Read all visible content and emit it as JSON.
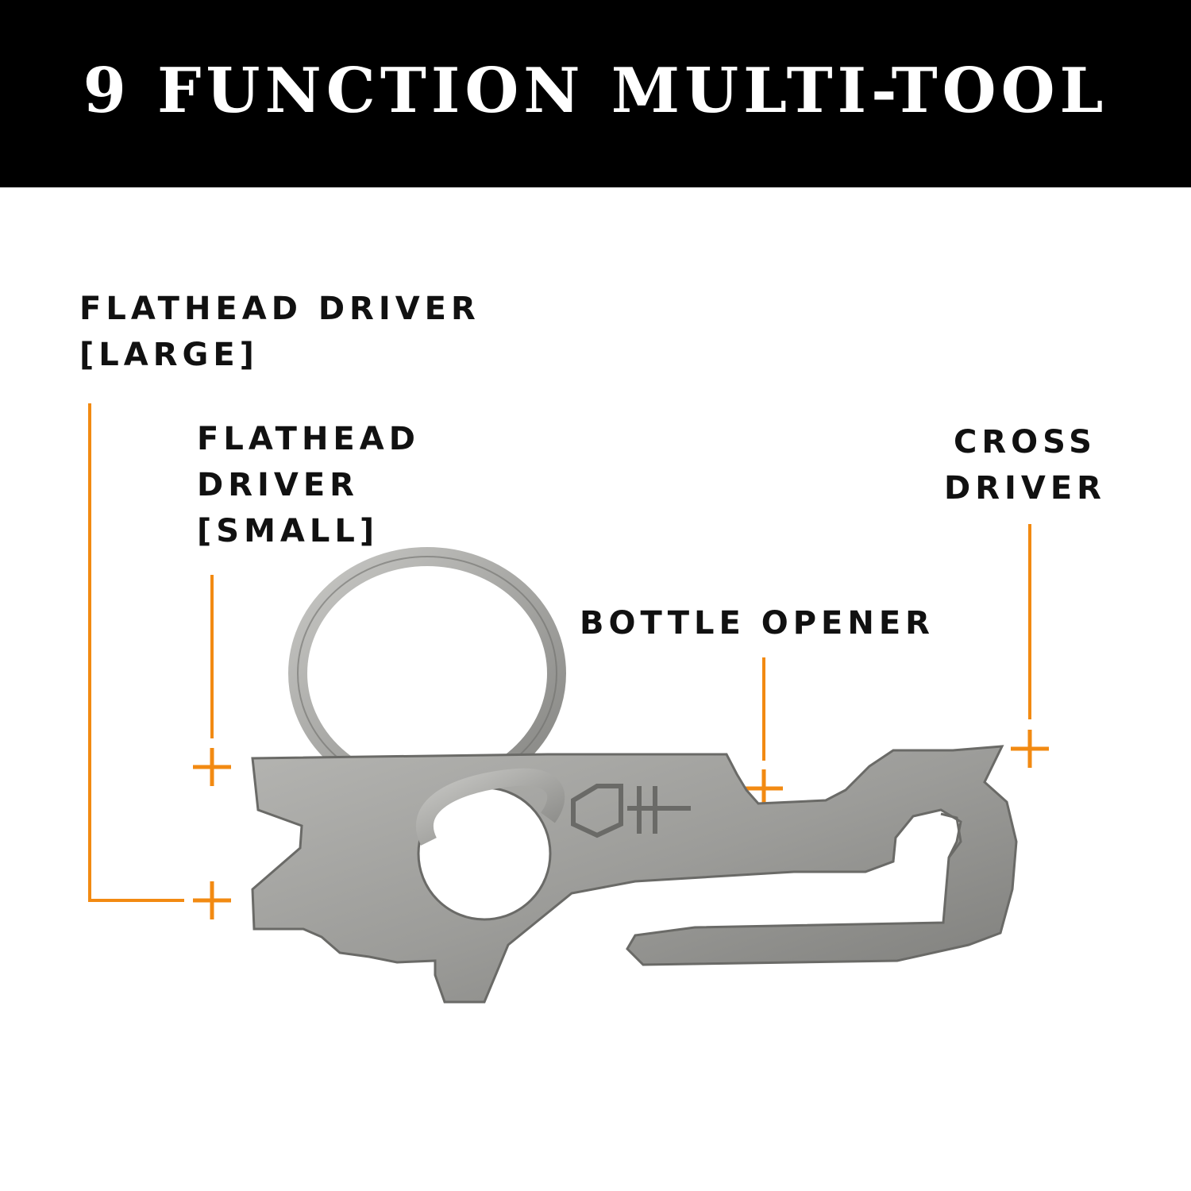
{
  "header": {
    "title": "9 FUNCTION MULTI-TOOL",
    "background": "#000000",
    "text_color": "#ffffff"
  },
  "accent_color": "#f28a12",
  "callouts": {
    "flathead_large": {
      "line1": "FLATHEAD DRIVER",
      "line2": "[LARGE]"
    },
    "flathead_small": {
      "line1": "FLATHEAD",
      "line2": "DRIVER",
      "line3": "[SMALL]"
    },
    "bottle_opener": {
      "line1": "BOTTLE OPENER"
    },
    "cross_driver": {
      "line1": "CROSS",
      "line2": "DRIVER"
    }
  },
  "product": {
    "name": "multi-tool-keychain",
    "color": "#9a9a97",
    "logo": "gerber-shield-sword-logo"
  }
}
